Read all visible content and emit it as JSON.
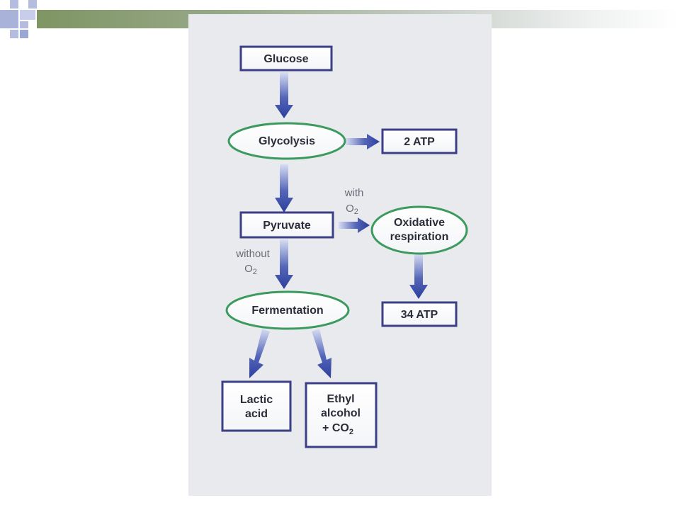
{
  "colors": {
    "panel_bg": "#e9eaee",
    "box_border": "#3b3f86",
    "oval_border": "#3c9a5f",
    "arrow_dark": "#2c3e9c",
    "arrow_light": "#d7ddf3",
    "deco_blue": "#b4bde0",
    "deco_green": "#7f9563"
  },
  "nodes": {
    "glucose": "Glucose",
    "glycolysis": "Glycolysis",
    "atp2": "2 ATP",
    "pyruvate": "Pyruvate",
    "oxidative_1": "Oxidative",
    "oxidative_2": "respiration",
    "fermentation": "Fermentation",
    "atp34": "34 ATP",
    "lactic_1": "Lactic",
    "lactic_2": "acid",
    "ethyl_1": "Ethyl",
    "ethyl_2": "alcohol",
    "ethyl_3_prefix": "+ CO",
    "ethyl_3_sub": "2"
  },
  "conditions": {
    "with_1": "with",
    "with_2": "O",
    "with_sub": "2",
    "without_1": "without",
    "without_2": "O",
    "without_sub": "2"
  }
}
